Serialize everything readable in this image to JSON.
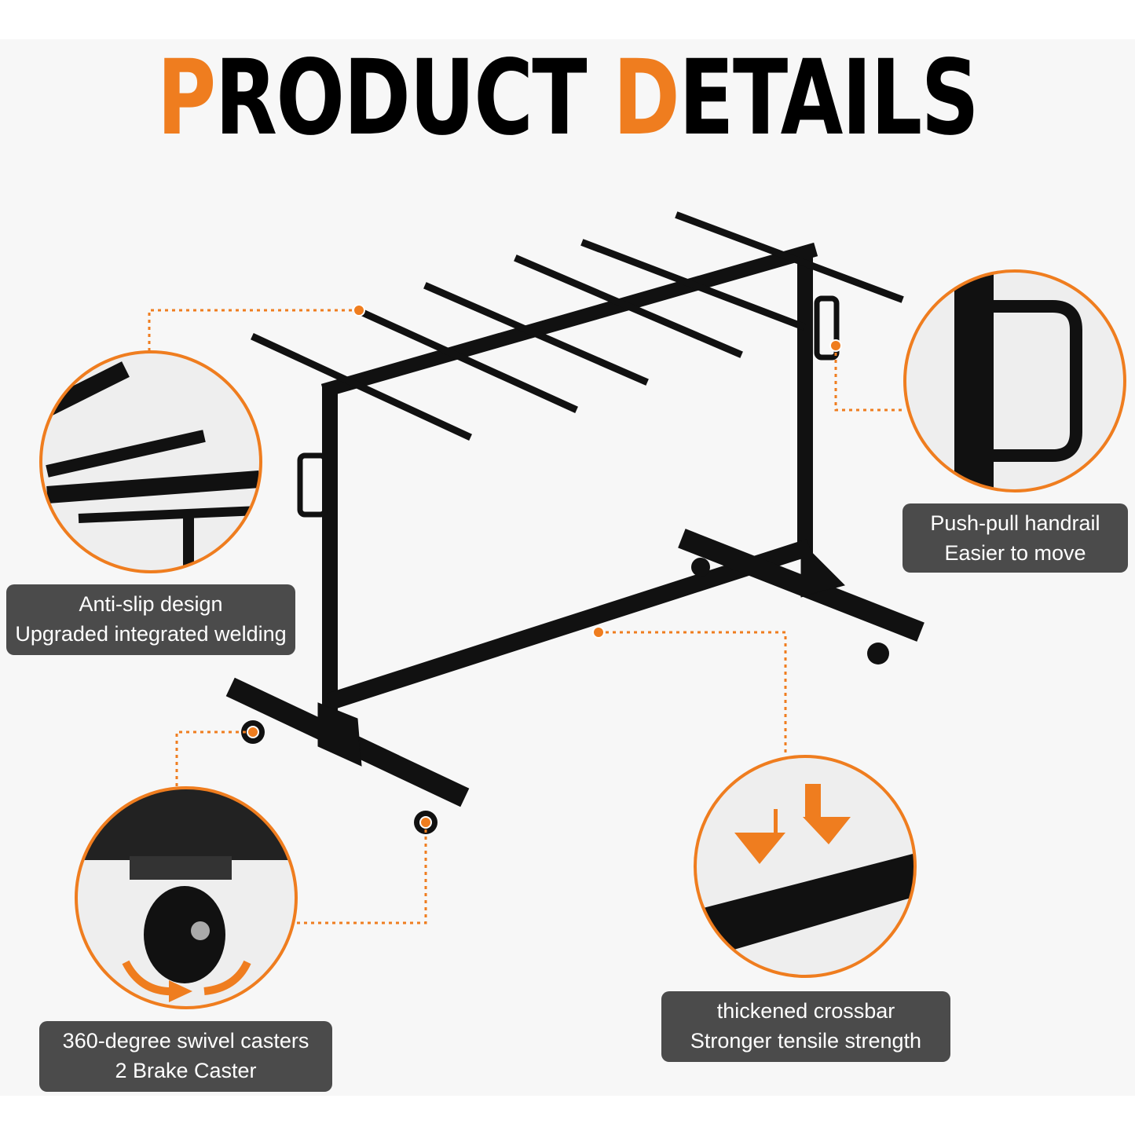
{
  "title": {
    "first_letter": "P",
    "first_rest": "RODUCT ",
    "second_letter": "D",
    "second_rest": "ETAILS"
  },
  "colors": {
    "accent": "#ef7d1f",
    "label_bg": "#4b4b4b",
    "background": "#f7f7f7",
    "frame": "#111111"
  },
  "callouts": [
    {
      "line1": "Anti-slip design",
      "line2": "Upgraded integrated welding",
      "icon": "rack-arms-closeup"
    },
    {
      "line1": "Push-pull handrail",
      "line2": "Easier to move",
      "icon": "handle-closeup"
    },
    {
      "line1": "360-degree swivel casters",
      "line2": "2 Brake Caster",
      "icon": "caster-closeup"
    },
    {
      "line1": "thickened crossbar",
      "line2": "Stronger tensile strength",
      "icon": "crossbar-closeup"
    }
  ]
}
